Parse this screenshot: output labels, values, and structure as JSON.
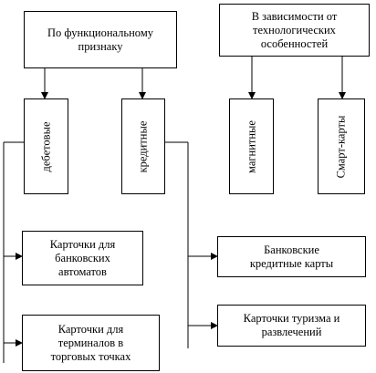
{
  "top_left": {
    "label": "По функциональному\nпризнаку"
  },
  "top_right": {
    "label": "В зависимости от\nтехнологических\nособенностей"
  },
  "func_categories": [
    {
      "label": "дебетовые"
    },
    {
      "label": "кредитные"
    }
  ],
  "tech_categories": [
    {
      "label": "магнитные"
    },
    {
      "label": "Смарт-карты"
    }
  ],
  "debit_items": [
    {
      "label": "Карточки для\nбанковских\nавтоматов"
    },
    {
      "label": "Карточки для\nтерминалов в\nторговых точках"
    }
  ],
  "credit_items": [
    {
      "label": "Банковские\nкредитные карты"
    },
    {
      "label": "Карточки туризма и\nразвлечений"
    }
  ]
}
